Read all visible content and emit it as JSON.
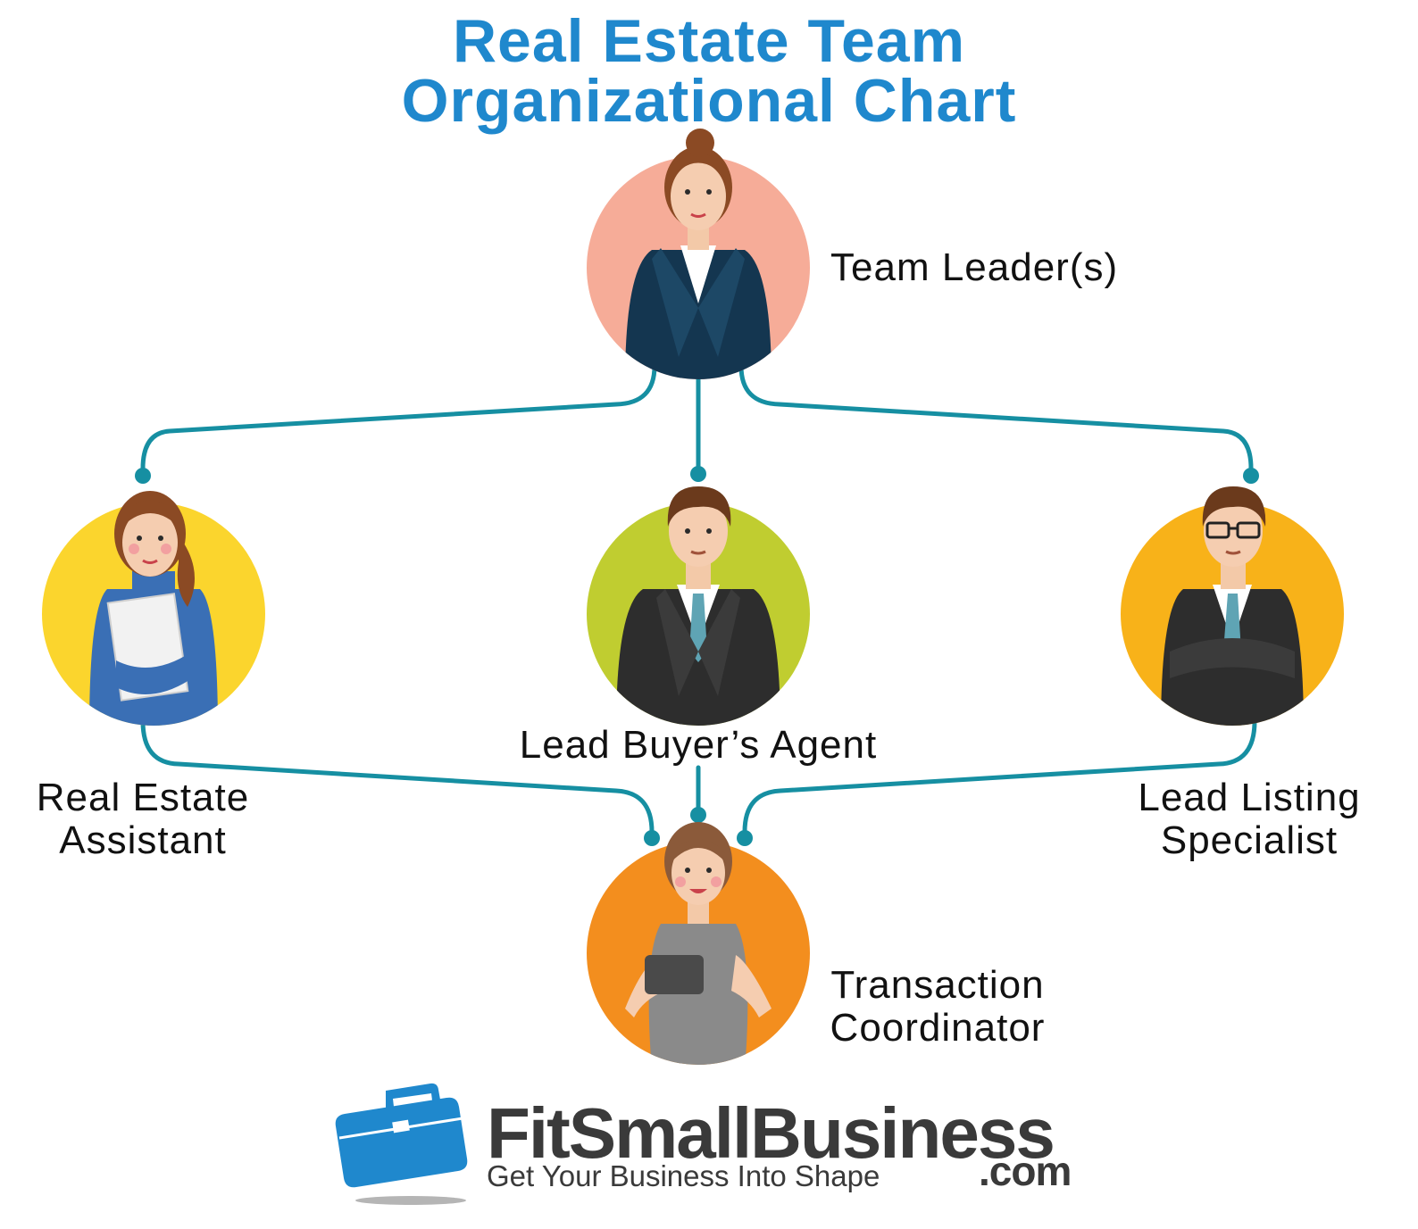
{
  "title": {
    "line1": "Real Estate Team",
    "line2": "Organizational Chart"
  },
  "roles": {
    "team_leader": "Team Leader(s)",
    "real_estate_assistant": [
      "Real Estate",
      "Assistant"
    ],
    "lead_buyers_agent": "Lead Buyer’s Agent",
    "lead_listing_specialist": [
      "Lead Listing",
      "Specialist"
    ],
    "transaction_coordinator": [
      "Transaction",
      "Coordinator"
    ]
  },
  "brand": {
    "name": "FitSmallBusiness",
    "tagline": "Get Your Business Into Shape",
    "domain": ".com"
  },
  "colors": {
    "title": "#1f88cd",
    "connector": "#168fa2",
    "team_leader_circle": "#f6ac98",
    "assistant_circle": "#fbd52d",
    "buyers_agent_circle": "#c0cd30",
    "listing_specialist_circle": "#f8b219",
    "coordinator_circle": "#f38e1e",
    "brand_blue": "#1f88cd"
  },
  "icons": [
    "briefcase-icon"
  ]
}
